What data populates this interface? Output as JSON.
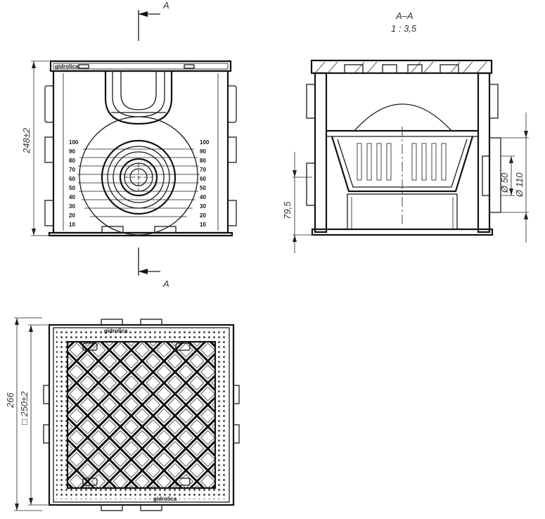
{
  "section": {
    "marker": "A",
    "title": "A–A",
    "scale": "1 : 3,5"
  },
  "dimensions": {
    "height": "248±2",
    "inlet_height": "79,5",
    "diameter_small": "Ø 50",
    "diameter_large": "Ø 110",
    "outer_size": "266",
    "inner_size": "□ 250±2"
  },
  "brand_label": "gidrolica",
  "scale_marks": [
    "100",
    "90",
    "80",
    "70",
    "60",
    "50",
    "40",
    "30",
    "20",
    "10"
  ]
}
